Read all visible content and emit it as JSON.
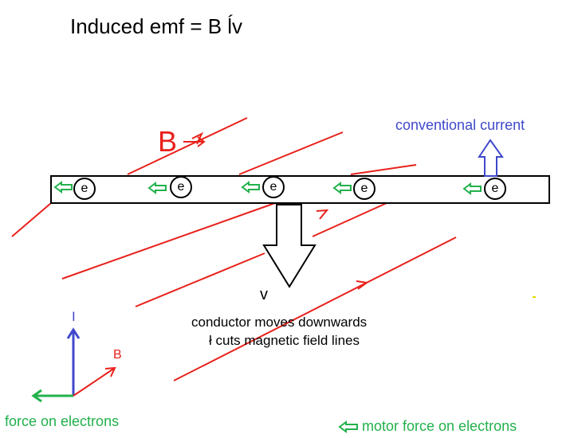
{
  "title": "Induced emf = B ĺv",
  "magnetic_field": {
    "label": "B",
    "color": "#e8211b"
  },
  "conductor": {
    "electron_label": "e",
    "electron_count": 5,
    "velocity_label": "v",
    "caption_line1": "conductor moves downwards",
    "caption_line2": "ł cuts magnetic field lines"
  },
  "current": {
    "label": "conventional current",
    "color": "#3f48cc"
  },
  "axes": {
    "current_label": "I",
    "field_label": "B",
    "force_label": "force on electrons"
  },
  "legend": {
    "motor_force_label": "motor force on electrons",
    "arrow_color": "#22b14c"
  }
}
